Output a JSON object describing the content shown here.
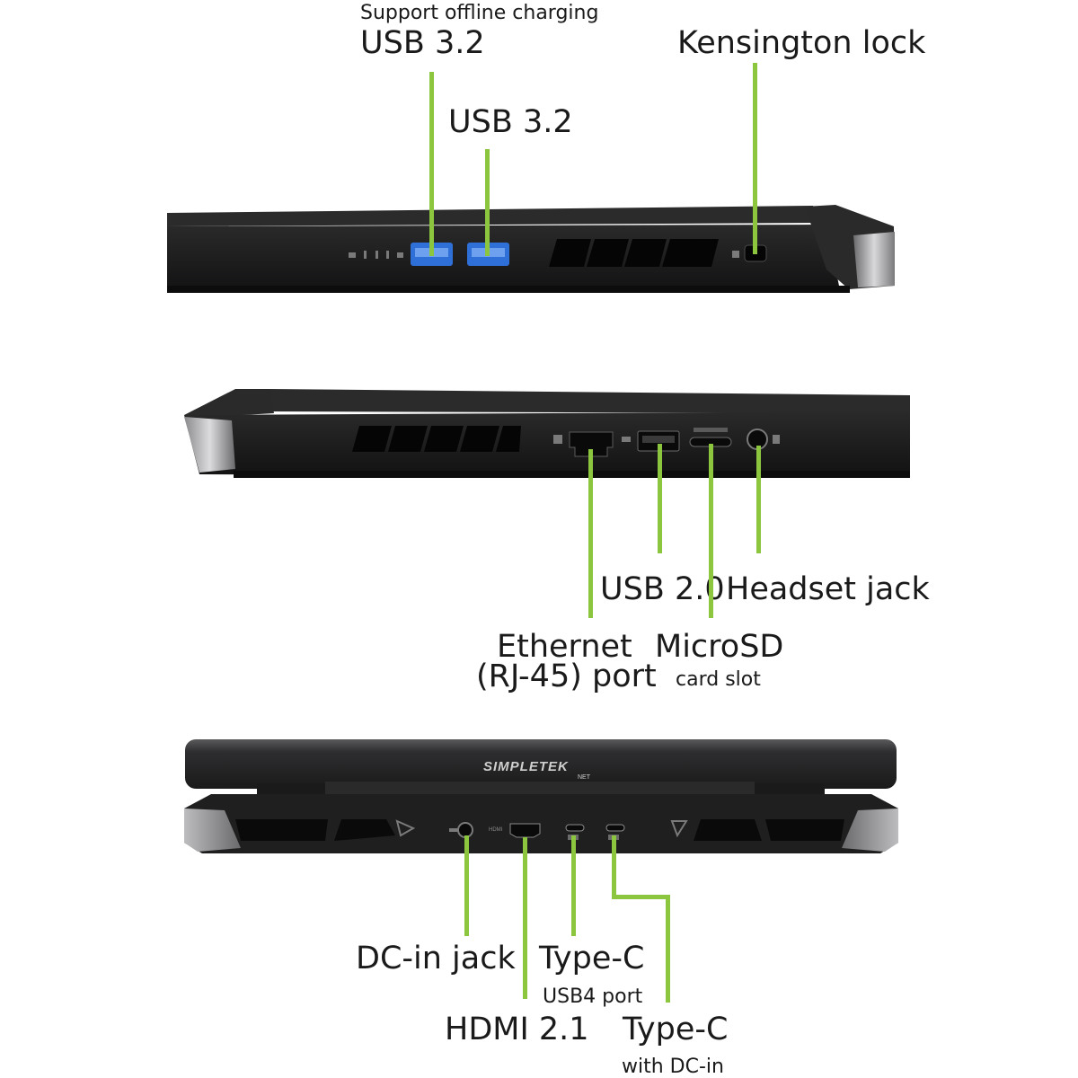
{
  "colors": {
    "accent_line": "#8cc63f",
    "chassis": "#1e1e1f",
    "usb3_port": "#2f6fd8"
  },
  "panel_left_side": {
    "labels": {
      "usb32_note": "Support offline charging",
      "usb32_a": "USB 3.2",
      "usb32_b": "USB 3.2",
      "kensington": "Kensington lock"
    },
    "icons": [
      "usb-port-icon",
      "usb-port-icon",
      "kensington-lock-icon",
      "vent-grille-icon"
    ]
  },
  "panel_right_side": {
    "labels": {
      "usb20": "USB 2.0",
      "headset": "Headset jack",
      "ethernet_line1": "Ethernet",
      "ethernet_line2": "(RJ-45) port",
      "microsd": "MicroSD",
      "microsd_note": "card slot"
    },
    "icons": [
      "ethernet-port-icon",
      "usb-port-icon",
      "microsd-slot-icon",
      "headset-jack-icon"
    ]
  },
  "panel_rear": {
    "watermark": "SIMPLETEK",
    "watermark_sub": "NET",
    "port_print_hdmi": "HDMI",
    "labels": {
      "dc_in": "DC-in jack",
      "type_c_a": "Type-C",
      "usb4_note": "USB4 port",
      "hdmi": "HDMI 2.1",
      "type_c_b": "Type-C",
      "dc_in_note": "with DC-in"
    }
  }
}
